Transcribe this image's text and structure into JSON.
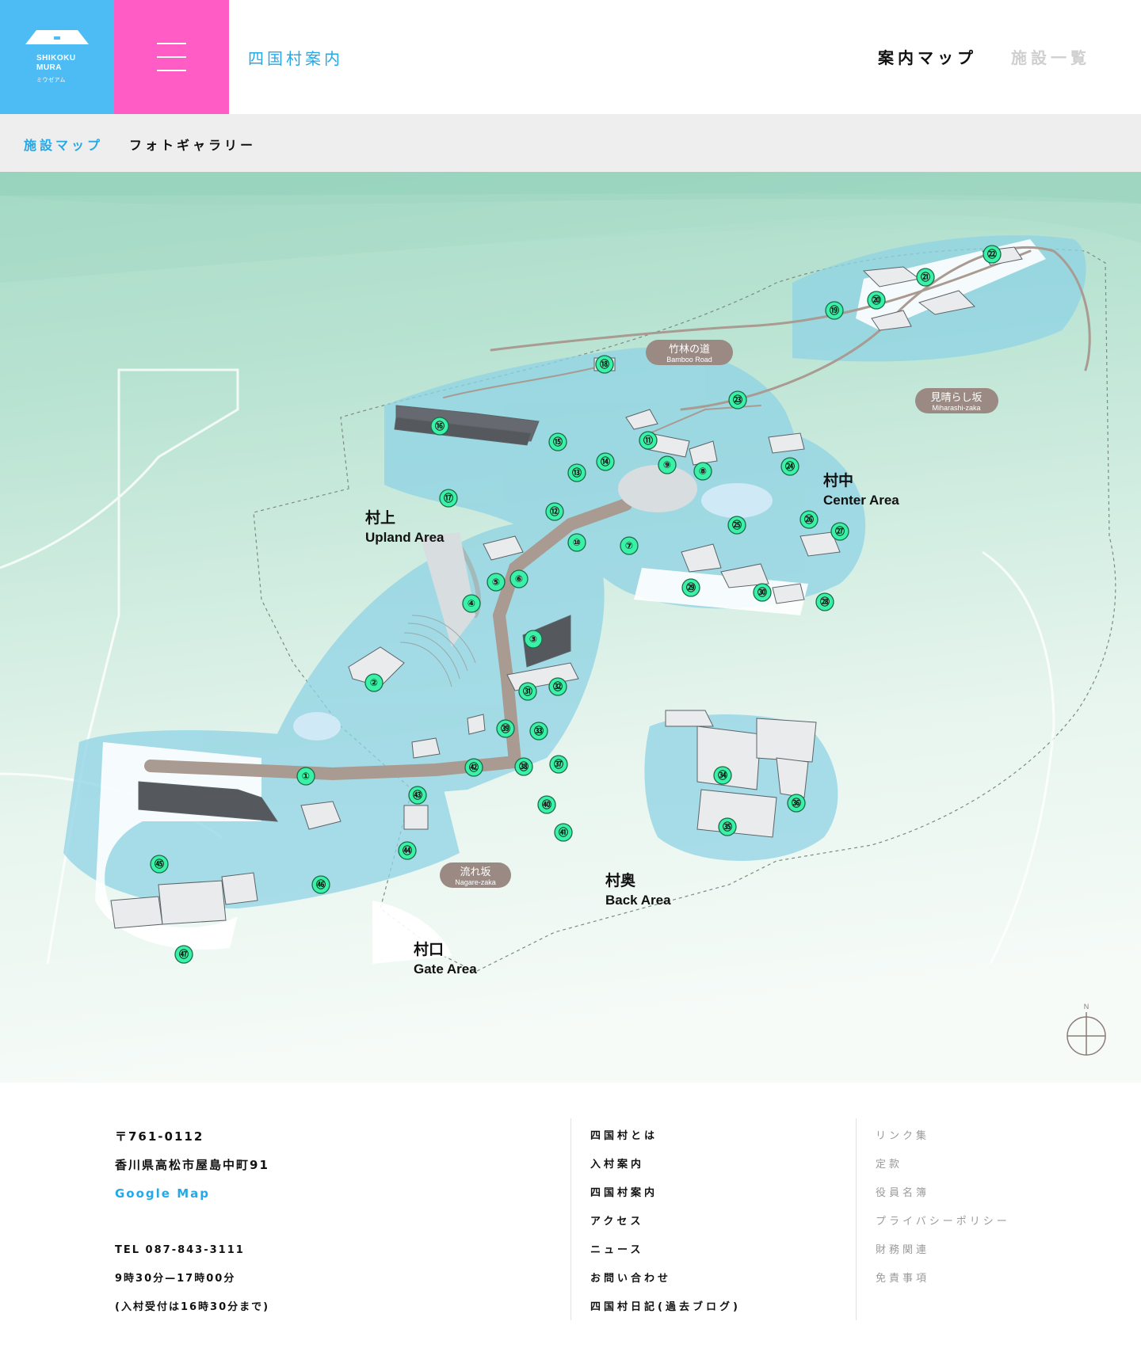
{
  "header": {
    "logo": {
      "line1": "SHIKOKU",
      "line2": "MURA",
      "sub": "ミウゼアム"
    },
    "section_title": "四国村案内",
    "tabs": [
      {
        "label": "案内マップ",
        "active": true
      },
      {
        "label": "施設一覧",
        "active": false
      }
    ]
  },
  "subnav": {
    "tabs": [
      {
        "label": "施設マップ",
        "active": true
      },
      {
        "label": "フォトギャラリー",
        "active": false
      }
    ]
  },
  "map": {
    "areas": [
      {
        "ja": "村上",
        "en": "Upland Area"
      },
      {
        "ja": "村中",
        "en": "Center Area"
      },
      {
        "ja": "村奥",
        "en": "Back Area"
      },
      {
        "ja": "村口",
        "en": "Gate Area"
      }
    ],
    "roads": [
      {
        "ja": "竹林の道",
        "en": "Bamboo Road"
      },
      {
        "ja": "見晴らし坂",
        "en": "Miharashi-zaka"
      },
      {
        "ja": "流れ坂",
        "en": "Nagare-zaka"
      }
    ],
    "markers": [
      "①",
      "②",
      "③",
      "④",
      "⑤",
      "⑥",
      "⑦",
      "⑧",
      "⑨",
      "⑩",
      "⑪",
      "⑫",
      "⑬",
      "⑭",
      "⑮",
      "⑯",
      "⑰",
      "⑱",
      "⑲",
      "⑳",
      "㉑",
      "㉒",
      "㉓",
      "㉔",
      "㉕",
      "㉖",
      "㉗",
      "㉘",
      "㉙",
      "㉚",
      "㉛",
      "㉜",
      "㉝",
      "㉞",
      "㉟",
      "㊱",
      "㊲",
      "㊳",
      "㊴",
      "㊵",
      "㊶",
      "㊷",
      "㊸",
      "㊹",
      "㊺",
      "㊻",
      "㊼"
    ],
    "compass": "N",
    "colors": {
      "marker": "#39f2a7",
      "area": "#8fd3e4",
      "path": "#a99a92",
      "label_bg": "#9a8a83"
    }
  },
  "footer": {
    "address": {
      "postal": "〒761-0112",
      "street": "香川県高松市屋島中町91",
      "map_link": "Google Map",
      "tel": "TEL 087-843-3111",
      "hours": "9時30分—17時00分",
      "note": "(入村受付は16時30分まで)"
    },
    "links_main": [
      "四国村とは",
      "入村案内",
      "四国村案内",
      "アクセス",
      "ニュース",
      "お問い合わせ",
      "四国村日記(過去ブログ)"
    ],
    "links_sub": [
      "リンク集",
      "定款",
      "役員名簿",
      "プライバシーポリシー",
      "財務関連",
      "免責事項"
    ]
  }
}
